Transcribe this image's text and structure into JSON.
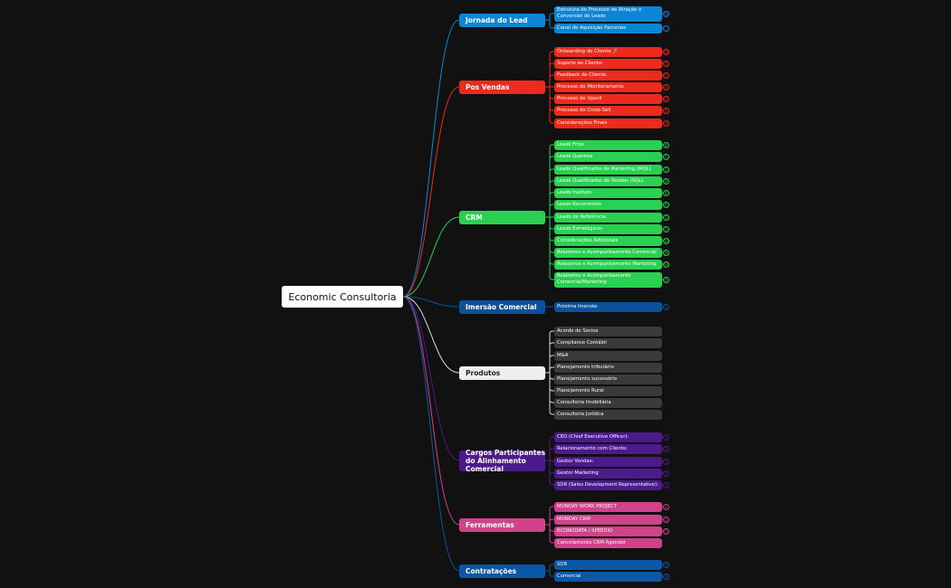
{
  "root": {
    "label": "Economic Consultoria"
  },
  "branches": [
    {
      "label": "Jornada do Lead",
      "color": "#0b86d4",
      "text_color": "#ffffff",
      "leaf_color": "#0b86d4",
      "children": [
        {
          "label": "Estrutura do Processo de Atração e Conversão de Leads",
          "count": "10"
        },
        {
          "label": "Canal de Aquisição Parcerias",
          "count": ""
        }
      ]
    },
    {
      "label": "Pos Vendas",
      "color": "#ee2a1c",
      "text_color": "#ffffff",
      "leaf_color": "#ee2a1c",
      "children": [
        {
          "label": "Onboarding do Cliente 🚀",
          "count": "12"
        },
        {
          "label": "Suporte ao Cliente:",
          "count": "5"
        },
        {
          "label": "Feedback do Cliente:",
          "count": "5"
        },
        {
          "label": " Processo de Monitoramento",
          "count": "6"
        },
        {
          "label": "Processo de Upsell",
          "count": "6"
        },
        {
          "label": "Processo de Cross-Sell",
          "count": "4"
        },
        {
          "label": "Considerações Finais",
          "count": "4"
        }
      ]
    },
    {
      "label": "CRM",
      "color": "#2ad150",
      "text_color": "#ffffff",
      "leaf_color": "#2ad150",
      "children": [
        {
          "label": "Leads Frios",
          "count": "8"
        },
        {
          "label": "Leads Quentes",
          "count": "5"
        },
        {
          "label": "Leads Qualificados de Marketing (MQL)",
          "count": "5"
        },
        {
          "label": " Leads Qualificados de Vendas (SQL)",
          "count": "8"
        },
        {
          "label": "Leads Inativos",
          "count": "6"
        },
        {
          "label": "Leads Recorrentes",
          "count": "6"
        },
        {
          "label": " Leads de Referência",
          "count": "5"
        },
        {
          "label": "Leads Estratégicos",
          "count": "5"
        },
        {
          "label": "Considerações Adicionais",
          "count": "12"
        },
        {
          "label": "Relatorios e Acompanhamento Comercial",
          "count": "6"
        },
        {
          "label": "Relatorios e Acompanhamento Marketing",
          "count": "10"
        },
        {
          "label": "Relatorios e Acompanhamento Comercial/Marketing",
          "count": "4"
        }
      ]
    },
    {
      "label": "Imersão Comercial",
      "color": "#0a519c",
      "text_color": "#ffffff",
      "leaf_color": "#0a519c",
      "children": [
        {
          "label": "Próxima Imersão",
          "count": "1"
        }
      ]
    },
    {
      "label": "Produtos",
      "color": "#eeeeee",
      "text_color": "#222222",
      "leaf_color": "#3a3a3a",
      "children": [
        {
          "label": "Acordo de Socios",
          "count": ""
        },
        {
          "label": "Compliance Contábil",
          "count": ""
        },
        {
          "label": "M&A",
          "count": ""
        },
        {
          "label": "Planejamento tributário",
          "count": ""
        },
        {
          "label": "Planejamento sucessório",
          "count": ""
        },
        {
          "label": "Planejamento Rural",
          "count": ""
        },
        {
          "label": "Consultoria Imobiliária",
          "count": ""
        },
        {
          "label": "Consultoria Jurídica",
          "count": ""
        }
      ]
    },
    {
      "label": "Cargos Participantes do Alinhamento Comercial",
      "color": "#4d1a8e",
      "text_color": "#ffffff",
      "leaf_color": "#4d1a8e",
      "children": [
        {
          "label": "CEO (Chief Executive Officer):",
          "count": "1"
        },
        {
          "label": "Relacionamento com Cliente:",
          "count": "1"
        },
        {
          "label": "Gestor Vendas:",
          "count": "1"
        },
        {
          "label": "Gestor Marketing",
          "count": "1"
        },
        {
          "label": "SDR (Sales Development Representative):",
          "count": "1"
        }
      ]
    },
    {
      "label": "Ferramentas",
      "color": "#d0428a",
      "text_color": "#ffffff",
      "leaf_color": "#d0428a",
      "children": [
        {
          "label": "MONDAY WORK PROJECT",
          "count": "4"
        },
        {
          "label": "MONDAY CRM",
          "count": "5"
        },
        {
          "label": "ECONODATA / SPEEDIO",
          "count": "5"
        },
        {
          "label": "Cancelamento CRM Agendor",
          "count": ""
        }
      ]
    },
    {
      "label": "Contratações",
      "color": "#0a57a6",
      "text_color": "#ffffff",
      "leaf_color": "#0a57a6",
      "children": [
        {
          "label": "SDR",
          "count": "4"
        },
        {
          "label": "Comercial",
          "count": "4"
        }
      ]
    }
  ]
}
